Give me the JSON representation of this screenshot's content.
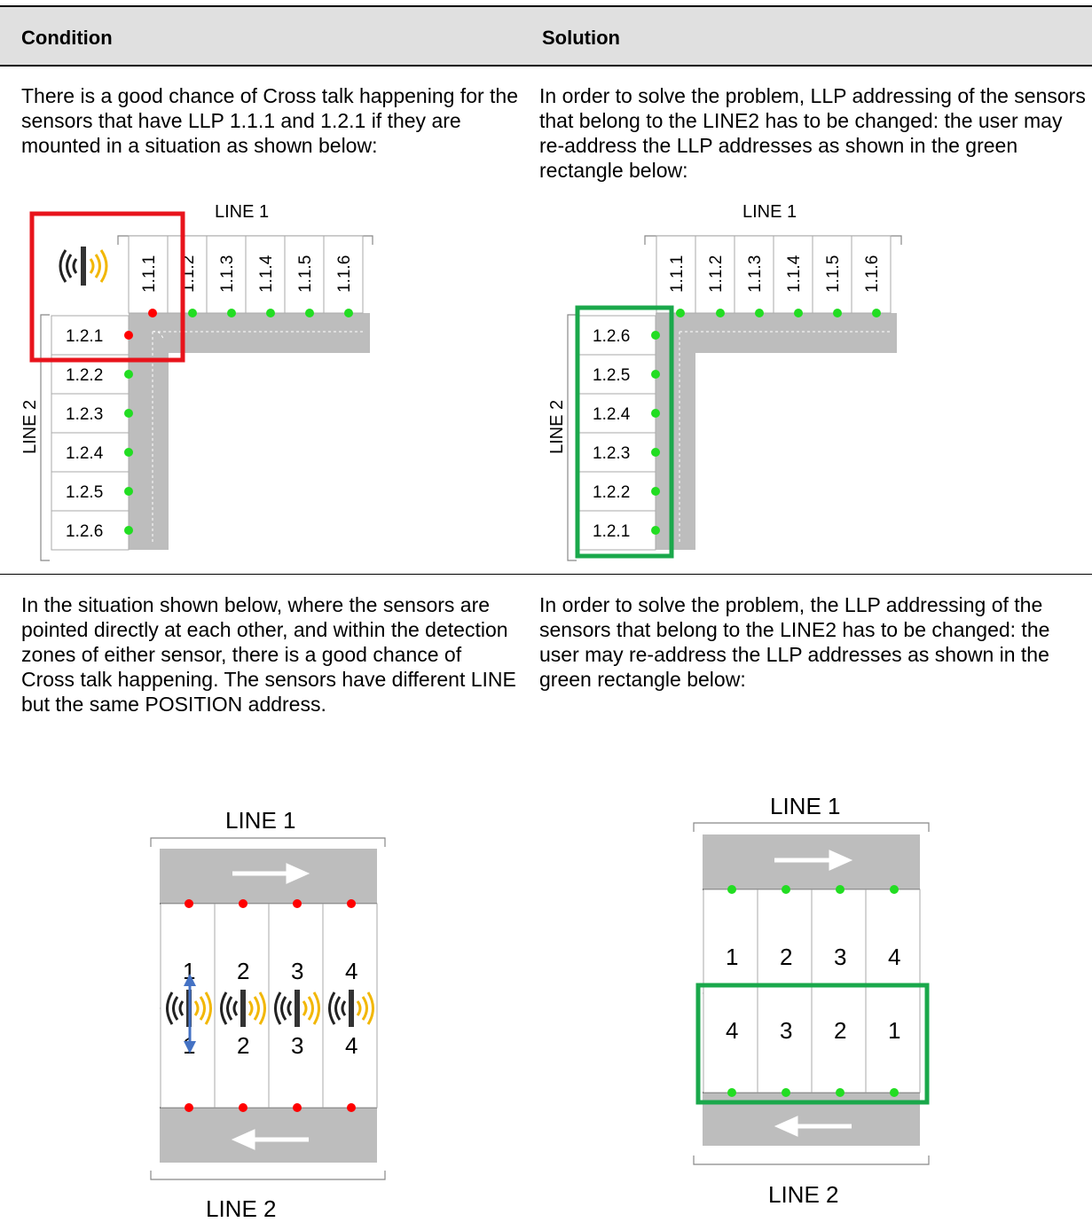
{
  "header": {
    "condition": "Condition",
    "solution": "Solution"
  },
  "row1": {
    "condition_text": "There is a good chance of Cross talk happening for the sensors that have LLP 1.1.1 and 1.2.1 if they are mounted in a situation as shown below:",
    "solution_text": "In order to solve the problem, LLP addressing of the sensors that belong to the LINE2 has to be changed: the user may re-address the LLP addresses as shown in the green rectangle below:",
    "left_diagram": {
      "line1_label": "LINE 1",
      "line2_label": "LINE 2",
      "line1_slots": [
        "1.1.1",
        "1.1.2",
        "1.1.3",
        "1.1.4",
        "1.1.5",
        "1.1.6"
      ],
      "line2_slots": [
        "1.2.1",
        "1.2.2",
        "1.2.3",
        "1.2.4",
        "1.2.5",
        "1.2.6"
      ]
    },
    "right_diagram": {
      "line1_label": "LINE 1",
      "line2_label": "LINE 2",
      "line1_slots": [
        "1.1.1",
        "1.1.2",
        "1.1.3",
        "1.1.4",
        "1.1.5",
        "1.1.6"
      ],
      "line2_slots": [
        "1.2.6",
        "1.2.5",
        "1.2.4",
        "1.2.3",
        "1.2.2",
        "1.2.1"
      ]
    }
  },
  "row2": {
    "condition_text": "In the situation shown below, where the sensors are pointed directly at each other, and within the detection zones of either sensor, there is a good chance of Cross talk happening. The sensors have different LINE but the same POSITION address.",
    "solution_text": "In order to solve the problem, the LLP addressing of the sensors that belong to the LINE2 has to be changed: the user may re-address the LLP addresses as shown in the green rectangle below:",
    "left_diagram": {
      "line1_label": "LINE 1",
      "line2_label": "LINE 2",
      "top_row": [
        "1",
        "2",
        "3",
        "4"
      ],
      "bottom_row": [
        "1",
        "2",
        "3",
        "4"
      ]
    },
    "right_diagram": {
      "line1_label": "LINE 1",
      "line2_label": "LINE 2",
      "top_row": [
        "1",
        "2",
        "3",
        "4"
      ],
      "bottom_row": [
        "4",
        "3",
        "2",
        "1"
      ]
    }
  },
  "colors": {
    "road": "#bdbdbd",
    "fault_dot": "#ff0000",
    "ok_dot": "#22dd22",
    "fault_box": "#e8141c",
    "ok_box": "#1aa84b"
  }
}
